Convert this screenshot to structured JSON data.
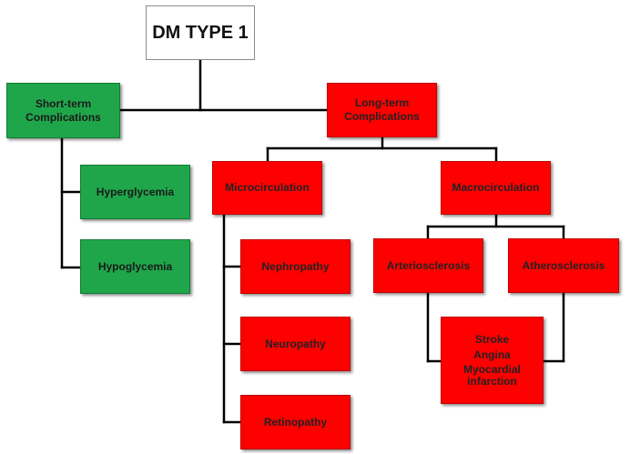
{
  "root": {
    "label": "DM TYPE 1"
  },
  "short_term": {
    "line1": "Short-term",
    "line2": "Complications"
  },
  "hyperglycemia": {
    "label": "Hyperglycemia"
  },
  "hypoglycemia": {
    "label": "Hypoglycemia"
  },
  "long_term": {
    "line1": "Long-term",
    "line2": "Complications"
  },
  "microcirculation": {
    "label": "Microcirculation"
  },
  "nephropathy": {
    "label": "Nephropathy"
  },
  "neuropathy": {
    "label": "Neuropathy"
  },
  "retinopathy": {
    "label": "Retinopathy"
  },
  "macrocirculation": {
    "label": "Macrocirculation"
  },
  "arteriosclerosis": {
    "label": "Arteriosclerosis"
  },
  "atherosclerosis": {
    "label": "Atherosclerosis"
  },
  "macro_outcomes": {
    "stroke": "Stroke",
    "angina": "Angina",
    "mi_line1": "Myocardial",
    "mi_line2": "infarction"
  },
  "colors": {
    "red": "#ff0000",
    "green": "#1fa64a",
    "connector": "#000000",
    "root_border": "#8c8c8c"
  }
}
